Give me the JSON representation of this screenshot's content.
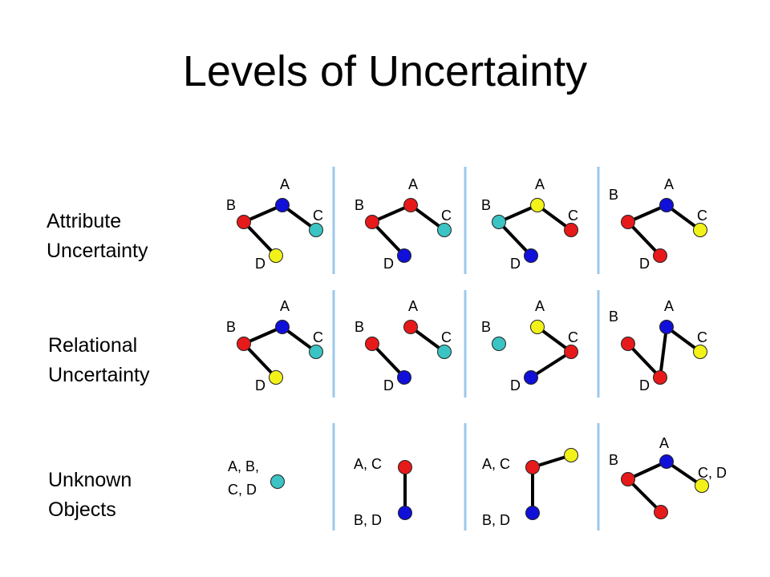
{
  "title": "Levels of Uncertainty",
  "colors": {
    "red": "#e61a1a",
    "blue": "#1010d8",
    "teal": "#3cc3c3",
    "yellow": "#f2f21a",
    "divider": "#9cc8ec",
    "edge": "#000000"
  },
  "rows": [
    {
      "label_line1": "Attribute",
      "label_line2": "Uncertainty",
      "panels": [
        {
          "nodes": {
            "A": "blue",
            "B": "red",
            "C": "teal",
            "D": "yellow"
          },
          "edges": [
            [
              "A",
              "B"
            ],
            [
              "A",
              "C"
            ],
            [
              "B",
              "D"
            ]
          ],
          "labels": {
            "A": "A",
            "B": "B",
            "C": "C",
            "D": "D"
          }
        },
        {
          "nodes": {
            "A": "red",
            "B": "red",
            "C": "teal",
            "D": "blue"
          },
          "edges": [
            [
              "A",
              "B"
            ],
            [
              "A",
              "C"
            ],
            [
              "B",
              "D"
            ]
          ],
          "labels": {
            "A": "A",
            "B": "B",
            "C": "C",
            "D": "D"
          }
        },
        {
          "nodes": {
            "A": "yellow",
            "B": "teal",
            "C": "red",
            "D": "blue"
          },
          "edges": [
            [
              "A",
              "B"
            ],
            [
              "A",
              "C"
            ],
            [
              "B",
              "D"
            ]
          ],
          "labels": {
            "A": "A",
            "B": "B",
            "C": "C",
            "D": "D"
          }
        },
        {
          "nodes": {
            "A": "blue",
            "B": "red",
            "C": "yellow",
            "D": "red"
          },
          "edges": [
            [
              "A",
              "B"
            ],
            [
              "A",
              "C"
            ],
            [
              "B",
              "D"
            ]
          ],
          "labels": {
            "A": "A",
            "B": "B",
            "C": "C",
            "D": "D"
          }
        }
      ]
    },
    {
      "label_line1": "Relational",
      "label_line2": "Uncertainty",
      "panels": [
        {
          "nodes": {
            "A": "blue",
            "B": "red",
            "C": "teal",
            "D": "yellow"
          },
          "edges": [
            [
              "A",
              "B"
            ],
            [
              "A",
              "C"
            ],
            [
              "B",
              "D"
            ]
          ],
          "labels": {
            "A": "A",
            "B": "B",
            "C": "C",
            "D": "D"
          }
        },
        {
          "nodes": {
            "A": "red",
            "B": "red",
            "C": "teal",
            "D": "blue"
          },
          "edges": [
            [
              "A",
              "C"
            ],
            [
              "B",
              "D"
            ]
          ],
          "labels": {
            "A": "A",
            "B": "B",
            "C": "C",
            "D": "D"
          }
        },
        {
          "nodes": {
            "A": "yellow",
            "B": "teal",
            "C": "red",
            "D": "blue"
          },
          "edges": [
            [
              "A",
              "C"
            ],
            [
              "C",
              "D"
            ]
          ],
          "labels": {
            "A": "A",
            "B": "B",
            "C": "C",
            "D": "D"
          }
        },
        {
          "nodes": {
            "A": "blue",
            "B": "red",
            "C": "yellow",
            "D": "red"
          },
          "edges": [
            [
              "A",
              "C"
            ],
            [
              "B",
              "D"
            ],
            [
              "A",
              "D"
            ]
          ],
          "labels": {
            "A": "A",
            "B": "B",
            "C": "C",
            "D": "D"
          }
        }
      ]
    },
    {
      "label_line1": "Unknown",
      "label_line2": "Objects",
      "panels": [
        {
          "nodes": [
            {
              "color": "teal"
            }
          ],
          "edges": [],
          "labels": [
            "A, B,",
            "C, D"
          ]
        },
        {
          "nodes": [
            {
              "color": "red"
            },
            {
              "color": "blue"
            }
          ],
          "edges": [
            [
              0,
              1
            ]
          ],
          "labels": [
            "A, C",
            "B, D"
          ]
        },
        {
          "nodes": [
            {
              "color": "red"
            },
            {
              "color": "blue"
            },
            {
              "color": "yellow"
            }
          ],
          "edges": [
            [
              0,
              1
            ],
            [
              0,
              2
            ]
          ],
          "labels": [
            "A, C",
            "B, D"
          ]
        },
        {
          "nodes": [
            {
              "color": "blue"
            },
            {
              "color": "red"
            },
            {
              "color": "yellow"
            },
            {
              "color": "red"
            }
          ],
          "edges": [
            [
              0,
              1
            ],
            [
              0,
              2
            ],
            [
              1,
              3
            ]
          ],
          "labels": [
            "A",
            "B",
            "C, D"
          ]
        }
      ]
    }
  ]
}
